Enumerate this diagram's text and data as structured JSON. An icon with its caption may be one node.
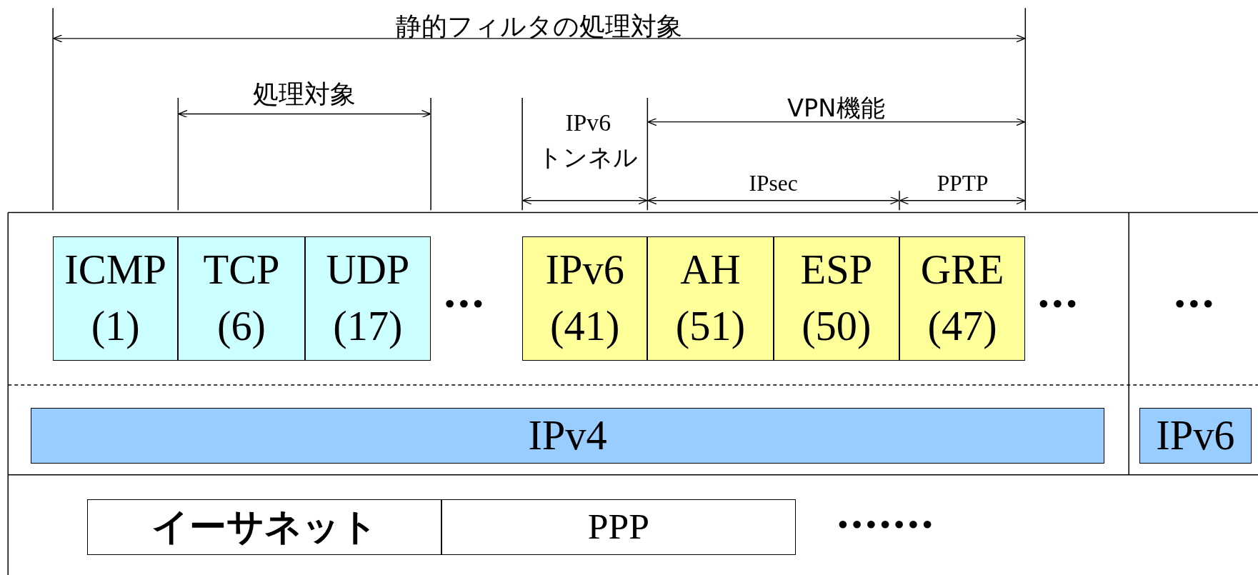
{
  "diagram": {
    "nodes": [
      {
        "text": [
          "ICMP (1)"
        ]
      },
      {
        "text": [
          "TCP (6)"
        ]
      },
      {
        "text": [
          "UDP (17)"
        ]
      },
      {
        "text": [
          "IPv6 (41)"
        ]
      },
      {
        "text": [
          "AH (51)"
        ]
      },
      {
        "text": [
          "ESP (50)"
        ]
      },
      {
        "text": [
          "GRE (47)"
        ]
      },
      {
        "text": [
          "IPv4"
        ]
      },
      {
        "text": [
          "IPv6"
        ]
      },
      {
        "text": [
          "イーサネット"
        ]
      },
      {
        "text": [
          "PPP"
        ]
      }
    ],
    "labels": [
      "静的フィルタの処理対象",
      "処理対象",
      "IPv6 トンネル",
      "VPN機能",
      "IPsec",
      "PPTP",
      "•••",
      "•••",
      "•••",
      "•••••••"
    ]
  }
}
